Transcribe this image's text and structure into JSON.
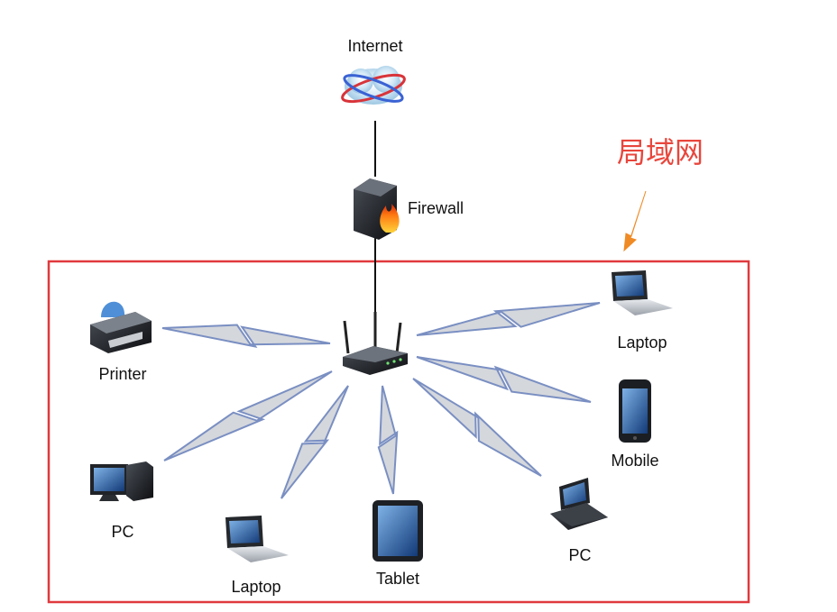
{
  "colors": {
    "lan_border": "#e0393e",
    "annotation": "#e8463c",
    "arrow": "#f08a24",
    "wireless": "#7a8fc2",
    "wireless_fill": "#d4d7dc",
    "wire": "#111111"
  },
  "annotation": {
    "text": "局域网"
  },
  "nodes": {
    "internet": {
      "label": "Internet",
      "icon": "cloud-globe-icon"
    },
    "firewall": {
      "label": "Firewall",
      "icon": "firewall-icon"
    },
    "router": {
      "label": "",
      "icon": "wireless-router-icon"
    },
    "printer": {
      "label": "Printer",
      "icon": "printer-icon"
    },
    "pc_left": {
      "label": "PC",
      "icon": "desktop-pc-icon"
    },
    "laptop_bottom": {
      "label": "Laptop",
      "icon": "laptop-icon"
    },
    "tablet": {
      "label": "Tablet",
      "icon": "tablet-icon"
    },
    "pc_right": {
      "label": "PC",
      "icon": "desktop-pc-icon"
    },
    "mobile": {
      "label": "Mobile",
      "icon": "mobile-phone-icon"
    },
    "laptop_right": {
      "label": "Laptop",
      "icon": "laptop-icon"
    }
  }
}
